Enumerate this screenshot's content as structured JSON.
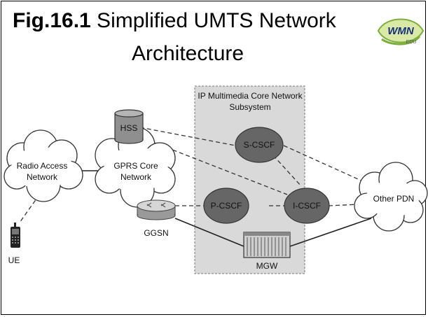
{
  "title": {
    "fig_label": "Fig.16.1",
    "line1_rest": " Simplified UMTS Network",
    "line2": "Architecture"
  },
  "logo": {
    "text": "WMN",
    "subtext": "EDU",
    "icon": "wmn-logo"
  },
  "diagram": {
    "ims_box": {
      "line1": "IP Multimedia Core Network",
      "line2": "Subsystem"
    },
    "nodes": {
      "ran": {
        "line1": "Radio Access",
        "line2": "Network"
      },
      "gprs": {
        "line1": "GPRS Core",
        "line2": "Network"
      },
      "hss": "HSS",
      "scscf": "S-CSCF",
      "pcscf": "P-CSCF",
      "icscf": "I-CSCF",
      "pdn": "Other PDN",
      "ggsn": "GGSN",
      "mgw": "MGW",
      "ue": "UE"
    },
    "colors": {
      "ims_fill": "#d9d9d9",
      "cscf_fill": "#666666",
      "cloud_fill": "#ffffff"
    }
  }
}
